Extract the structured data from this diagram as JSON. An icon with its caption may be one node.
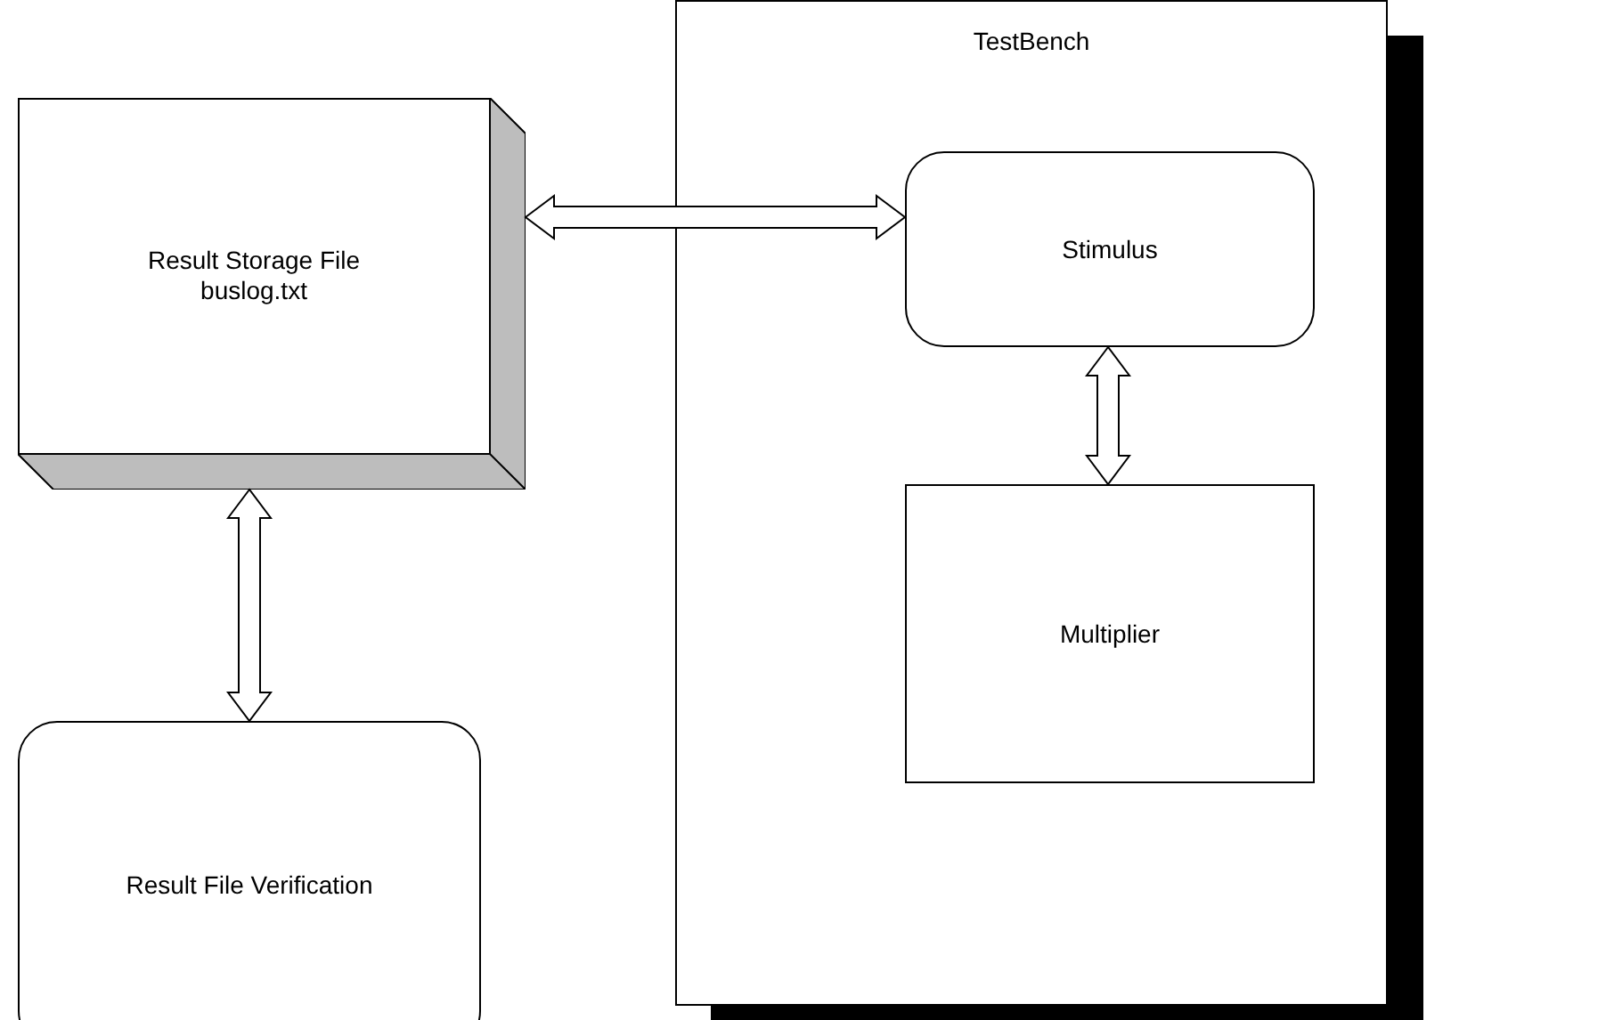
{
  "diagram": {
    "nodes": [
      {
        "text": [
          "TestBench"
        ]
      },
      {
        "text": [
          "Result Storage File",
          "buslog.txt"
        ]
      },
      {
        "text": [
          "Stimulus"
        ],
        "in": 0
      },
      {
        "text": [
          "Multiplier"
        ],
        "in": 0
      },
      {
        "text": [
          "Result File Verification"
        ]
      }
    ],
    "edges": [
      {
        "from": 1,
        "to": 2,
        "arrow": "both"
      },
      {
        "from": 2,
        "to": 3,
        "arrow": "both"
      },
      {
        "from": 1,
        "to": 4,
        "arrow": "both"
      }
    ]
  }
}
